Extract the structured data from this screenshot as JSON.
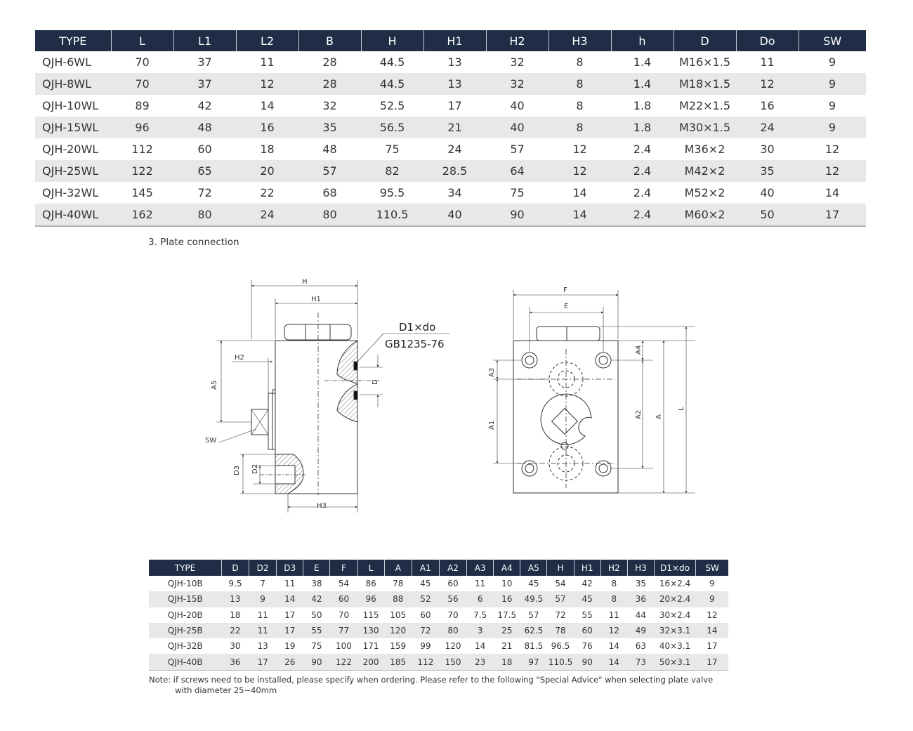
{
  "table1": {
    "headers": [
      "TYPE",
      "L",
      "L1",
      "L2",
      "B",
      "H",
      "H1",
      "H2",
      "H3",
      "h",
      "D",
      "Do",
      "SW"
    ],
    "rows": [
      [
        "QJH-6WL",
        "70",
        "37",
        "11",
        "28",
        "44.5",
        "13",
        "32",
        "8",
        "1.4",
        "M16×1.5",
        "11",
        "9"
      ],
      [
        "QJH-8WL",
        "70",
        "37",
        "12",
        "28",
        "44.5",
        "13",
        "32",
        "8",
        "1.4",
        "M18×1.5",
        "12",
        "9"
      ],
      [
        "QJH-10WL",
        "89",
        "42",
        "14",
        "32",
        "52.5",
        "17",
        "40",
        "8",
        "1.8",
        "M22×1.5",
        "16",
        "9"
      ],
      [
        "QJH-15WL",
        "96",
        "48",
        "16",
        "35",
        "56.5",
        "21",
        "40",
        "8",
        "1.8",
        "M30×1.5",
        "24",
        "9"
      ],
      [
        "QJH-20WL",
        "112",
        "60",
        "18",
        "48",
        "75",
        "24",
        "57",
        "12",
        "2.4",
        "M36×2",
        "30",
        "12"
      ],
      [
        "QJH-25WL",
        "122",
        "65",
        "20",
        "57",
        "82",
        "28.5",
        "64",
        "12",
        "2.4",
        "M42×2",
        "35",
        "12"
      ],
      [
        "QJH-32WL",
        "145",
        "72",
        "22",
        "68",
        "95.5",
        "34",
        "75",
        "14",
        "2.4",
        "M52×2",
        "40",
        "14"
      ],
      [
        "QJH-40WL",
        "162",
        "80",
        "24",
        "80",
        "110.5",
        "40",
        "90",
        "14",
        "2.4",
        "M60×2",
        "50",
        "17"
      ]
    ]
  },
  "section_label": "3. Plate connection",
  "drawing": {
    "left_labels": {
      "H": "H",
      "H1": "H1",
      "H2": "H2",
      "A5": "A5",
      "SW": "SW",
      "D3": "D3",
      "D2": "D2",
      "H3": "H3",
      "D": "D"
    },
    "callout_line1": "D1×do",
    "callout_line2": "GB1235-76",
    "right_labels": {
      "F": "F",
      "E": "E",
      "A3": "A3",
      "A1": "A1",
      "A4": "A4",
      "A2": "A2",
      "A": "A",
      "L": "L"
    }
  },
  "table2": {
    "headers": [
      "TYPE",
      "D",
      "D2",
      "D3",
      "E",
      "F",
      "L",
      "A",
      "A1",
      "A2",
      "A3",
      "A4",
      "A5",
      "H",
      "H1",
      "H2",
      "H3",
      "D1×do",
      "SW"
    ],
    "rows": [
      [
        "QJH-10B",
        "9.5",
        "7",
        "11",
        "38",
        "54",
        "86",
        "78",
        "45",
        "60",
        "11",
        "10",
        "45",
        "54",
        "42",
        "8",
        "35",
        "16×2.4",
        "9"
      ],
      [
        "QJH-15B",
        "13",
        "9",
        "14",
        "42",
        "60",
        "96",
        "88",
        "52",
        "56",
        "6",
        "16",
        "49.5",
        "57",
        "45",
        "8",
        "36",
        "20×2.4",
        "9"
      ],
      [
        "QJH-20B",
        "18",
        "11",
        "17",
        "50",
        "70",
        "115",
        "105",
        "60",
        "70",
        "7.5",
        "17.5",
        "57",
        "72",
        "55",
        "11",
        "44",
        "30×2.4",
        "12"
      ],
      [
        "QJH-25B",
        "22",
        "11",
        "17",
        "55",
        "77",
        "130",
        "120",
        "72",
        "80",
        "3",
        "25",
        "62.5",
        "78",
        "60",
        "12",
        "49",
        "32×3.1",
        "14"
      ],
      [
        "QJH-32B",
        "30",
        "13",
        "19",
        "75",
        "100",
        "171",
        "159",
        "99",
        "120",
        "14",
        "21",
        "81.5",
        "96.5",
        "76",
        "14",
        "63",
        "40×3.1",
        "17"
      ],
      [
        "QJH-40B",
        "36",
        "17",
        "26",
        "90",
        "122",
        "200",
        "185",
        "112",
        "150",
        "23",
        "18",
        "97",
        "110.5",
        "90",
        "14",
        "73",
        "50×3.1",
        "17"
      ]
    ]
  },
  "note": {
    "line1": "Note: if screws need to be installed, please specify when ordering. Please refer to the following \"Special Advice\" when selecting plate valve",
    "line2": "with diameter 25~40mm"
  }
}
